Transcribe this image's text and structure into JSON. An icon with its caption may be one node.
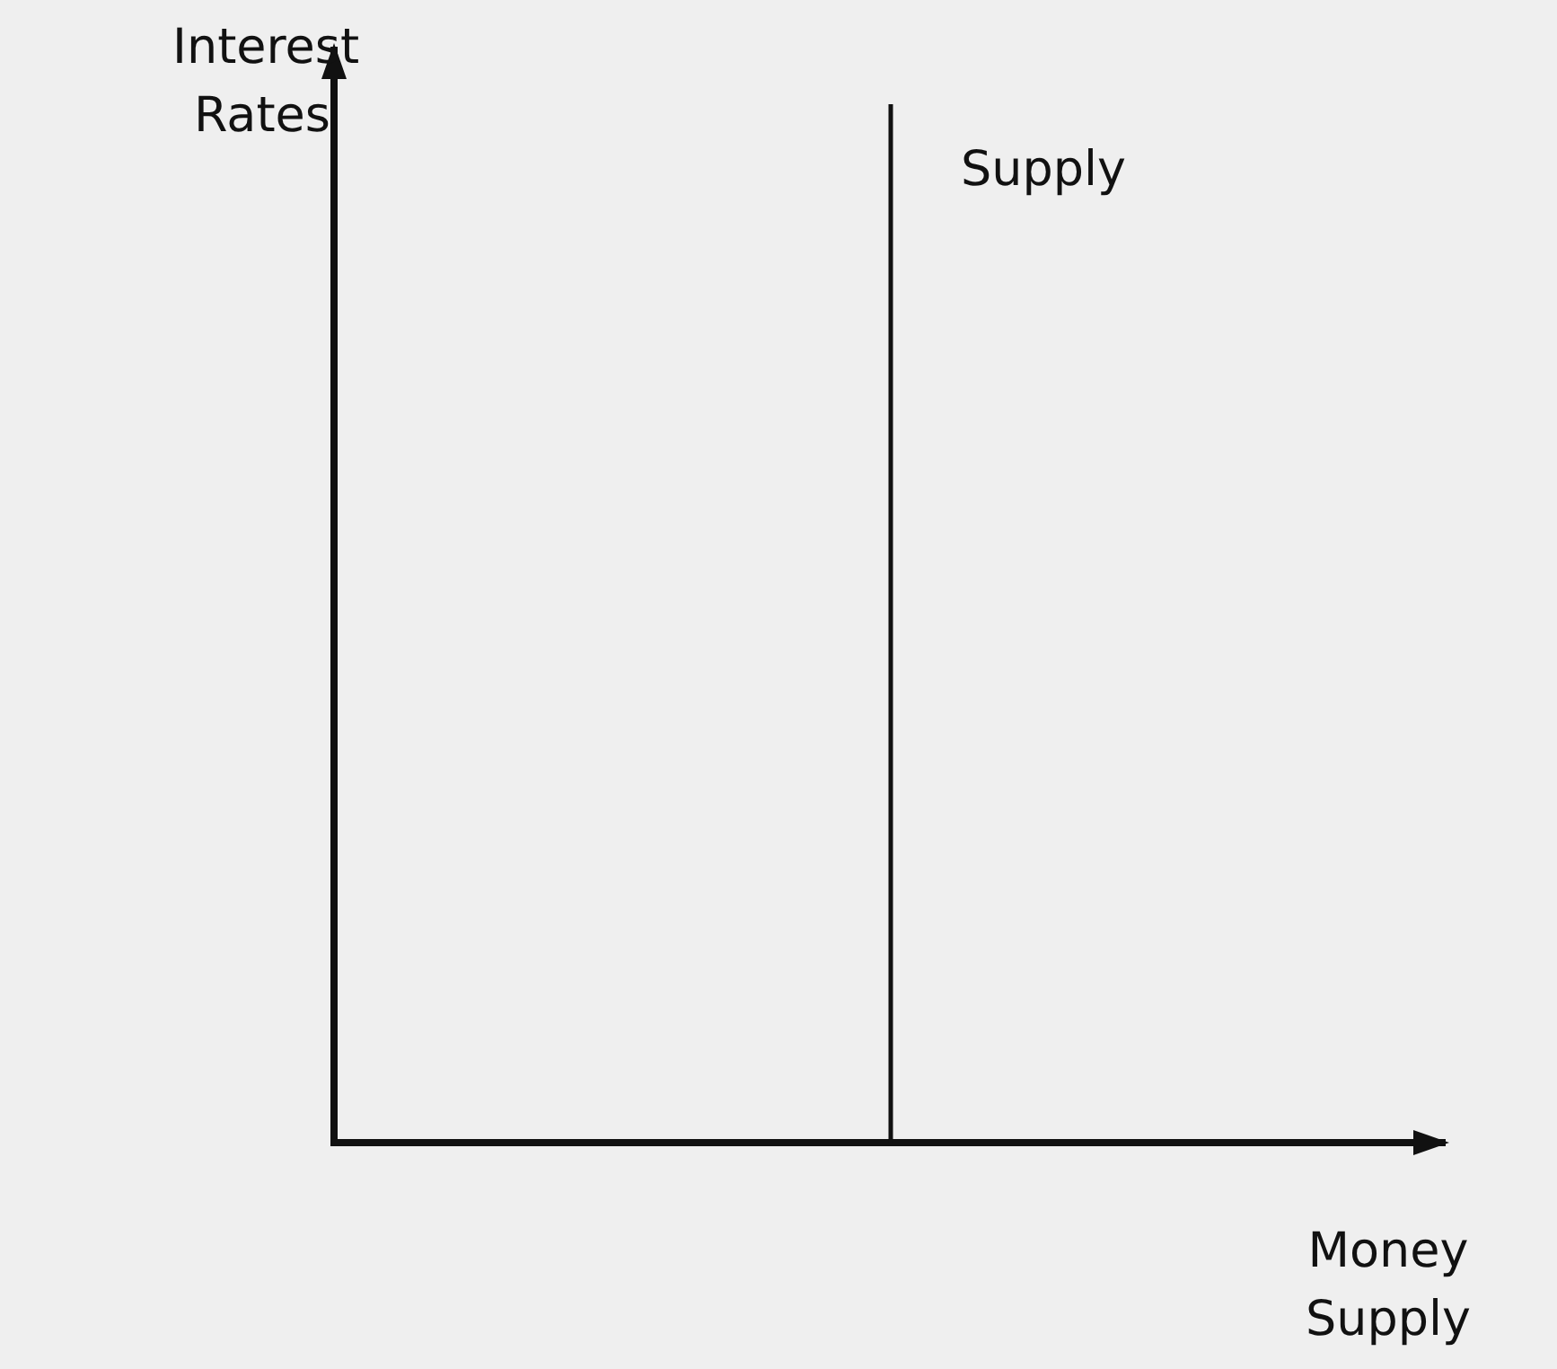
{
  "diagram": {
    "labels": [
      "Interest Rates",
      "Supply",
      "Money Supply"
    ]
  }
}
